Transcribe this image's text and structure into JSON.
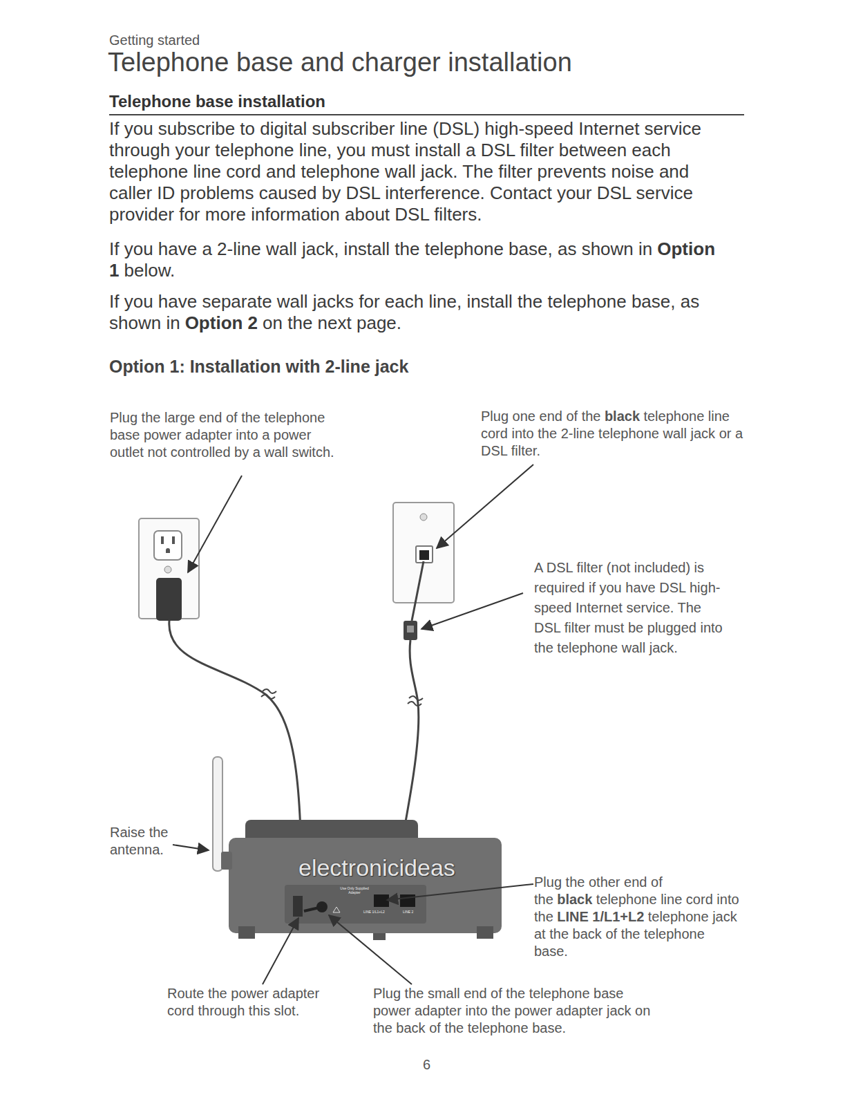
{
  "diagram": {
    "title": "Telephone base and charger installation",
    "labels": [
      "Getting started",
      "Telephone base installation",
      "If you subscribe to digital subscriber line (DSL) high-speed Internet service through your telephone line, you must install a DSL filter between each telephone line cord and telephone wall jack. The filter prevents noise and caller ID problems caused by DSL interference. Contact your DSL service provider for more information about DSL filters.",
      "If you have a 2-line wall jack, install the telephone base, as shown in",
      "Option 1",
      "below.",
      "If you have separate wall jacks for each line, install the telephone base, as shown in",
      "Option 2",
      "on the next page.",
      "Option 1: Installation with 2-line jack",
      "Plug the large end of the telephone base power adapter into a power outlet not controlled by a wall switch.",
      "Plug one end of the",
      "black",
      "telephone line cord into the 2-line telephone wall jack or a DSL filter.",
      "A DSL filter (not included) is required if you have DSL high-speed Internet service. The DSL filter must be plugged into the telephone wall jack.",
      "Raise the antenna.",
      "Plug the other end of the",
      "black",
      "telephone line cord into the",
      "LINE 1/L1+L2",
      "telephone jack at the back of the telephone base.",
      "Route the power adapter cord through this slot.",
      "Plug the small end of the telephone base power adapter into the power adapter jack on the back of the telephone base.",
      "electronicideas",
      "Use Only Supplied Adapter",
      "LINE 1/L1+L2",
      "LINE 2",
      "6"
    ]
  }
}
